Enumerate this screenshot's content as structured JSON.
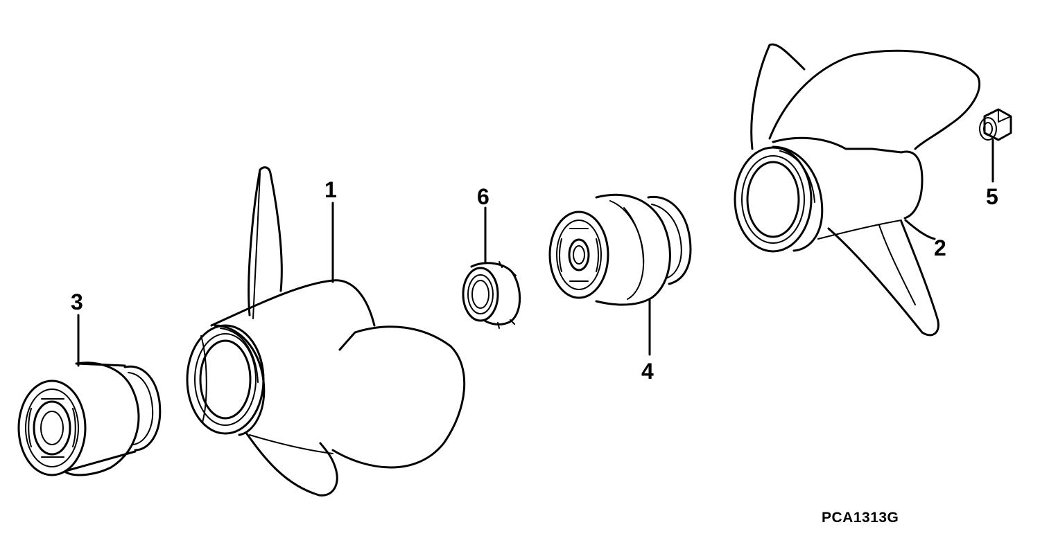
{
  "diagram": {
    "parts": [
      {
        "id": "part-1",
        "label": "1"
      },
      {
        "id": "part-2",
        "label": "2"
      },
      {
        "id": "part-3",
        "label": "3"
      },
      {
        "id": "part-4",
        "label": "4"
      },
      {
        "id": "part-5",
        "label": "5"
      },
      {
        "id": "part-6",
        "label": "6"
      }
    ],
    "figure_code": "PCA1313G"
  },
  "colors": {
    "line": "#000000",
    "background": "#ffffff"
  }
}
